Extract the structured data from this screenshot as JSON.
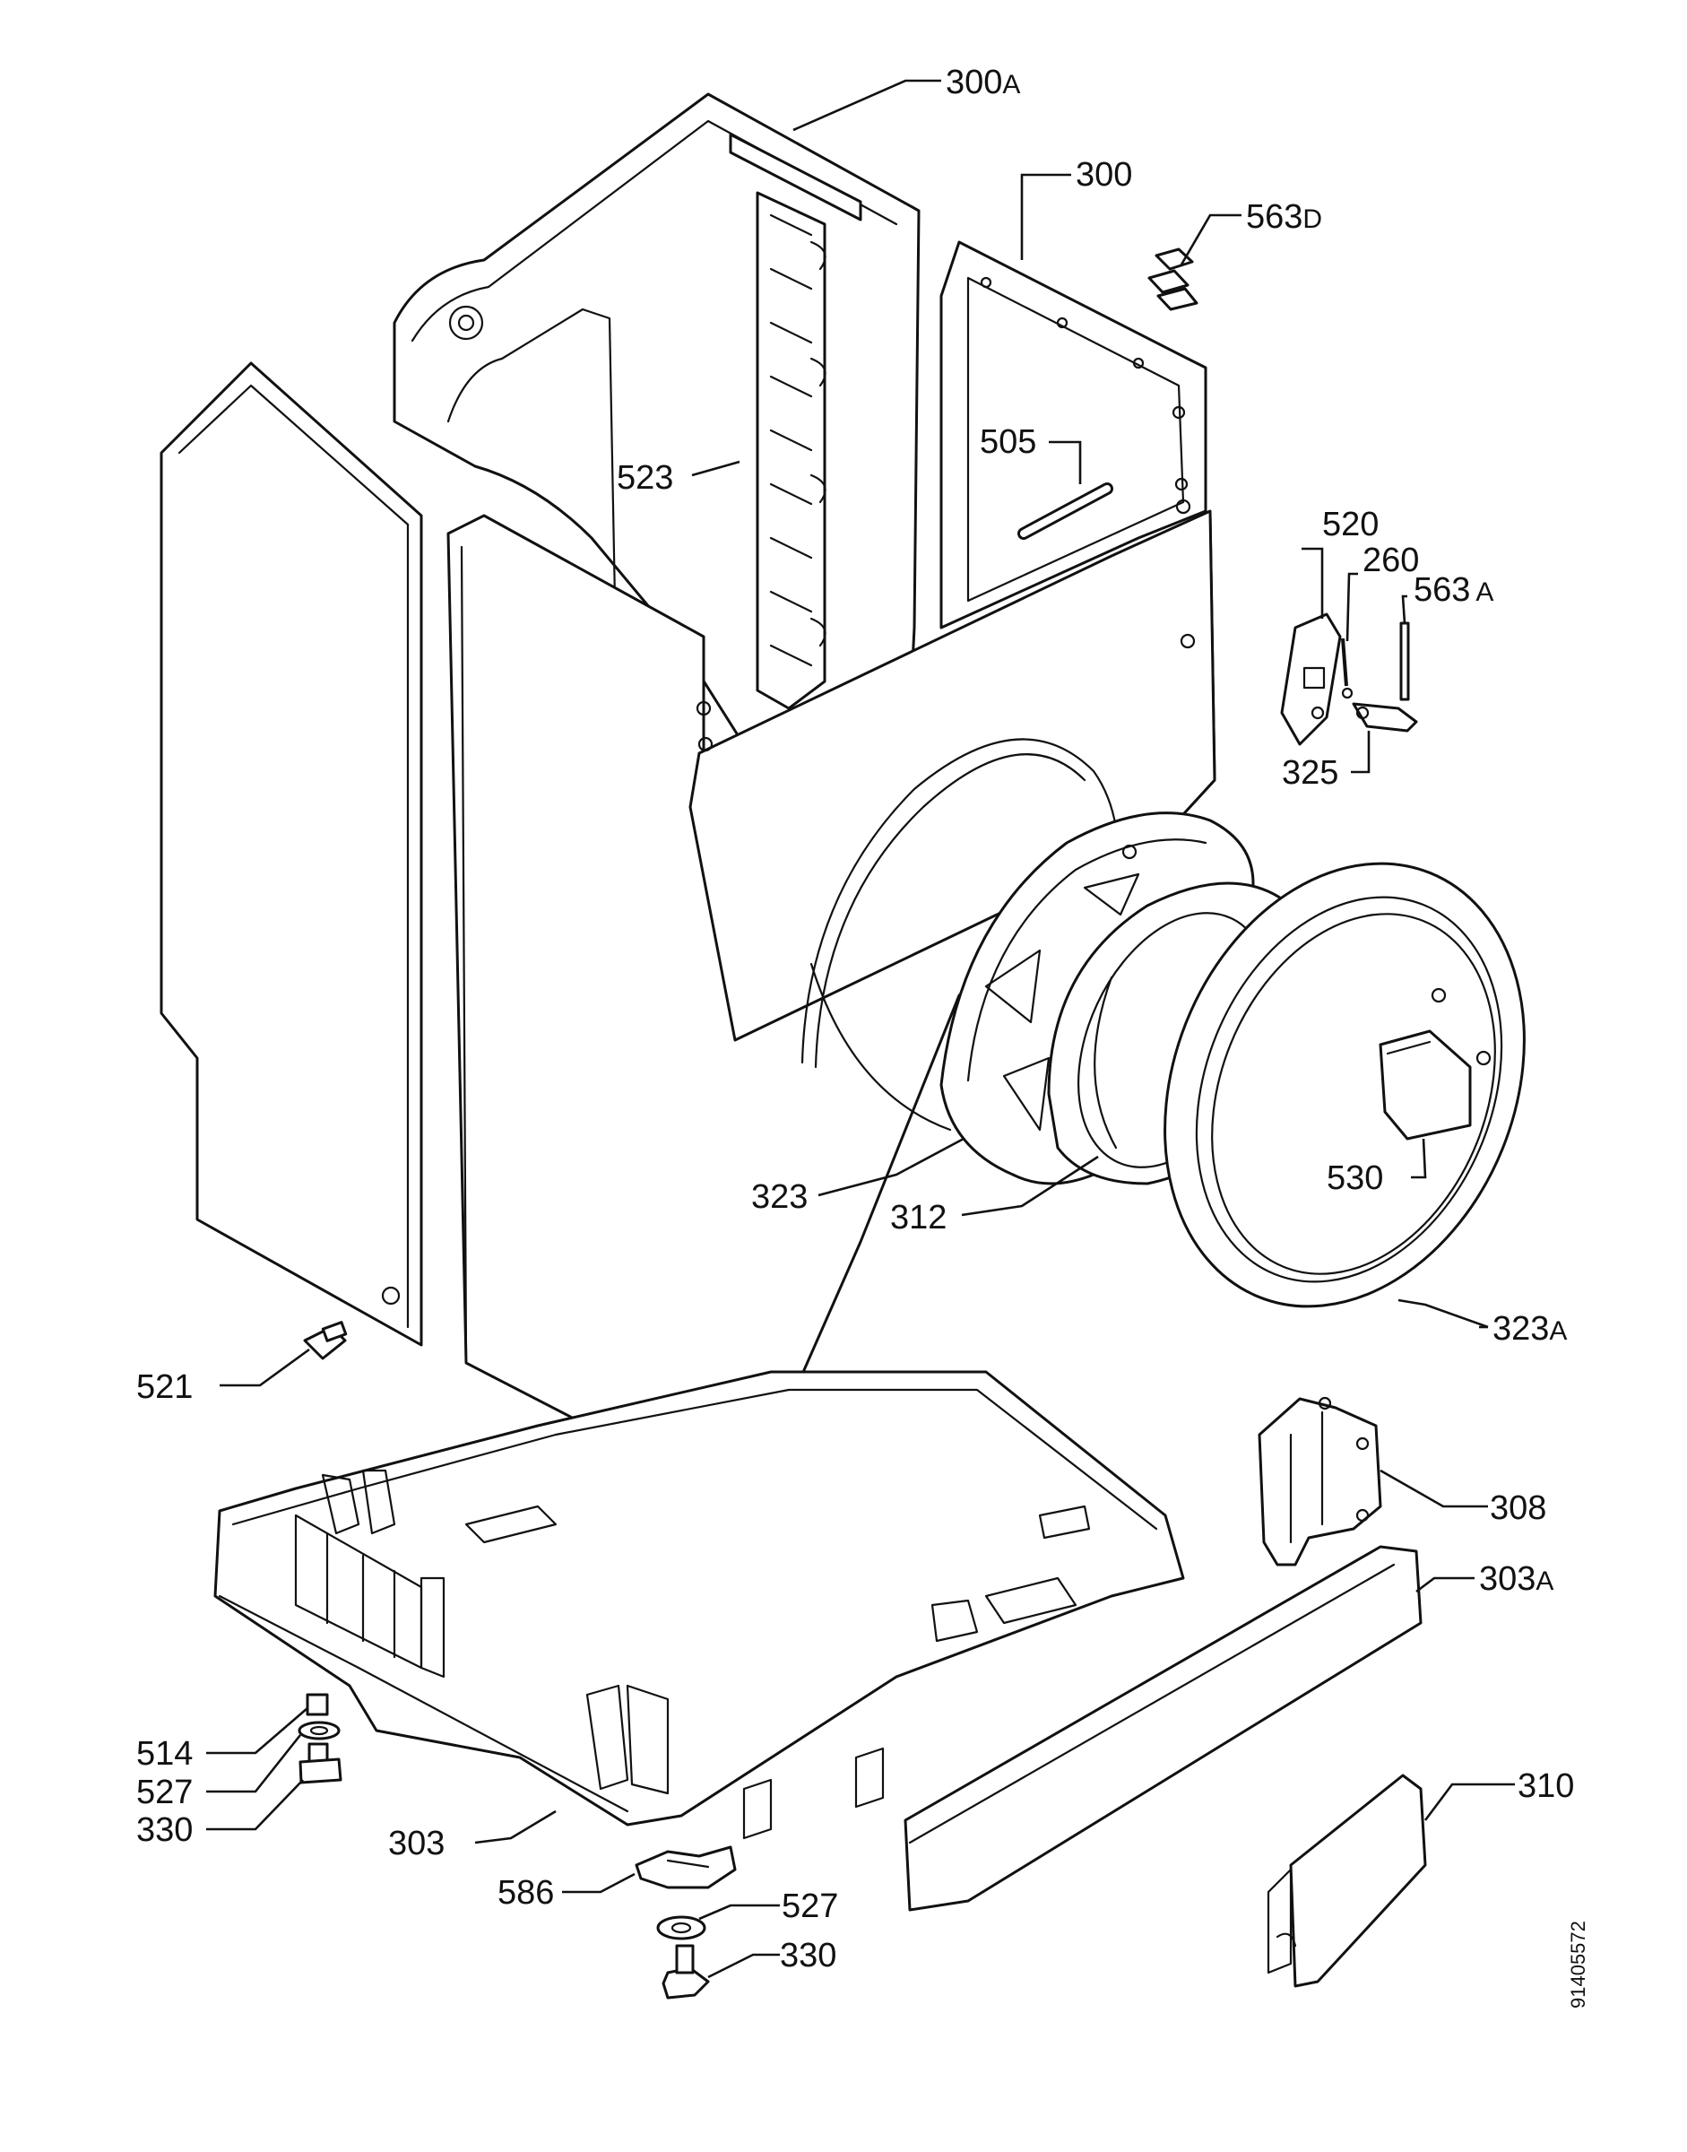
{
  "diagram": {
    "labels": [
      {
        "id": "lbl-300a",
        "main": "300",
        "suffix": "A"
      },
      {
        "id": "lbl-300",
        "main": "300",
        "suffix": ""
      },
      {
        "id": "lbl-563d",
        "main": "563",
        "suffix": "D"
      },
      {
        "id": "lbl-505",
        "main": "505",
        "suffix": ""
      },
      {
        "id": "lbl-523",
        "main": "523",
        "suffix": ""
      },
      {
        "id": "lbl-520",
        "main": "520",
        "suffix": ""
      },
      {
        "id": "lbl-260",
        "main": "260",
        "suffix": ""
      },
      {
        "id": "lbl-563a",
        "main": "563",
        "suffix": "A"
      },
      {
        "id": "lbl-325",
        "main": "325",
        "suffix": ""
      },
      {
        "id": "lbl-530",
        "main": "530",
        "suffix": ""
      },
      {
        "id": "lbl-323",
        "main": "323",
        "suffix": ""
      },
      {
        "id": "lbl-312",
        "main": "312",
        "suffix": ""
      },
      {
        "id": "lbl-323a",
        "main": "323",
        "suffix": "A"
      },
      {
        "id": "lbl-521",
        "main": "521",
        "suffix": ""
      },
      {
        "id": "lbl-308",
        "main": "308",
        "suffix": ""
      },
      {
        "id": "lbl-303a",
        "main": "303",
        "suffix": "A"
      },
      {
        "id": "lbl-514",
        "main": "514",
        "suffix": ""
      },
      {
        "id": "lbl-527-left",
        "main": "527",
        "suffix": ""
      },
      {
        "id": "lbl-330-left",
        "main": "330",
        "suffix": ""
      },
      {
        "id": "lbl-303",
        "main": "303",
        "suffix": ""
      },
      {
        "id": "lbl-586",
        "main": "586",
        "suffix": ""
      },
      {
        "id": "lbl-527-right",
        "main": "527",
        "suffix": ""
      },
      {
        "id": "lbl-330-right",
        "main": "330",
        "suffix": ""
      },
      {
        "id": "lbl-310",
        "main": "310",
        "suffix": ""
      }
    ],
    "document_number": "91405572"
  }
}
